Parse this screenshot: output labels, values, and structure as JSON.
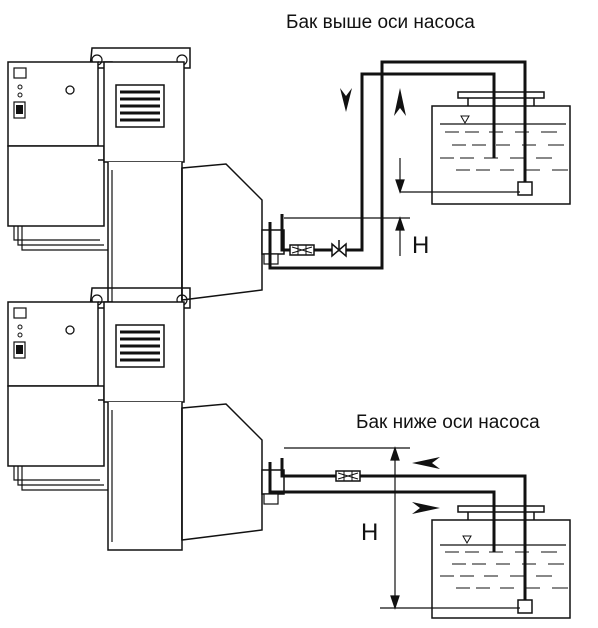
{
  "top_scheme": {
    "title": "Бак выше оси насоса",
    "height_label": "H"
  },
  "bottom_scheme": {
    "title": "Бак ниже оси насоса",
    "height_label": "H"
  },
  "icons": [
    "burner-unit",
    "fuel-tank",
    "fuel-filter",
    "shutoff-valve",
    "liquid-level-icon",
    "flow-arrow-up",
    "flow-arrow-down",
    "flow-arrow-left",
    "flow-arrow-right"
  ],
  "colors": {
    "line": "#111111",
    "background": "#ffffff"
  }
}
